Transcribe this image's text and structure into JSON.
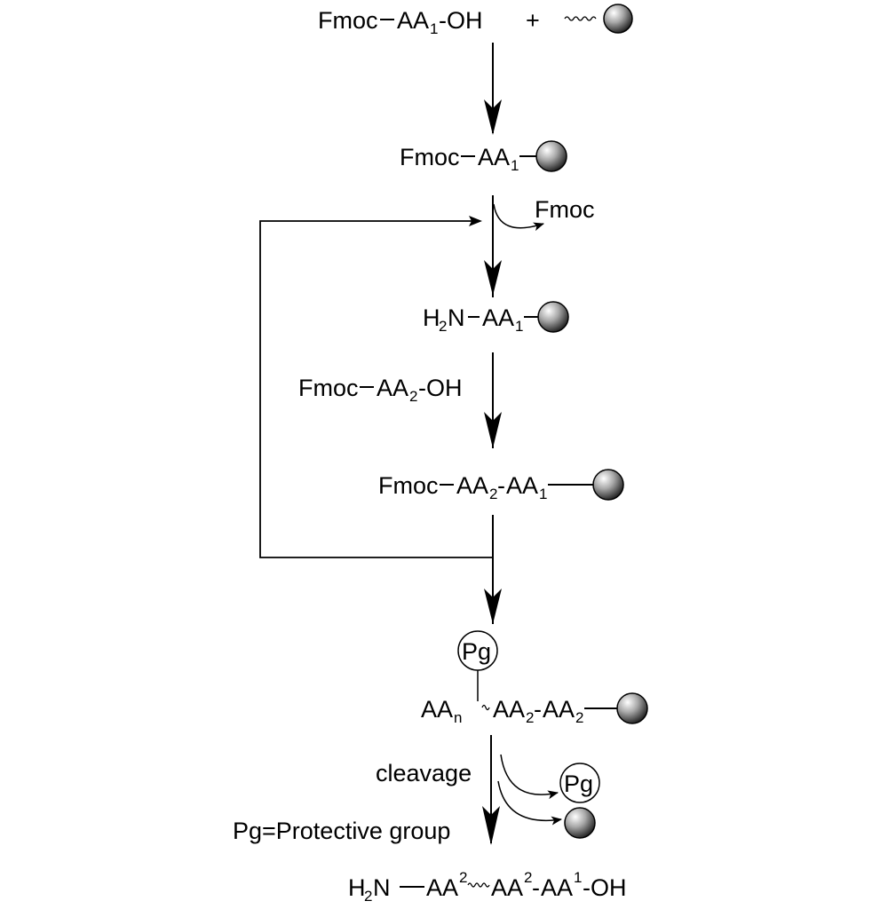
{
  "diagram": {
    "title": "Fmoc solid-phase peptide synthesis scheme",
    "steps": {
      "start": {
        "reagent": "Fmoc",
        "aa": "AA",
        "aa_sub": "1",
        "tail": "-OH",
        "plus": "+"
      },
      "loaded": {
        "reagent": "Fmoc",
        "aa": "AA",
        "aa_sub": "1"
      },
      "deprotect_label": "Fmoc",
      "free_amine": {
        "prefix": "H",
        "prefix_sub": "2",
        "n": "N",
        "aa": "AA",
        "aa_sub": "1"
      },
      "coupling_reagent": {
        "reagent": "Fmoc",
        "aa": "AA",
        "aa_sub": "2",
        "tail": "-OH"
      },
      "dipeptide": {
        "reagent": "Fmoc",
        "aa2": "AA",
        "aa2_sub": "2",
        "aa1": "AA",
        "aa1_sub": "1"
      },
      "protected_chain": {
        "pg": "Pg",
        "aan": "AA",
        "aan_sub": "n",
        "aa2a": "AA",
        "aa2a_sub": "2",
        "aa2b": "AA",
        "aa2b_sub": "2"
      },
      "cleavage_label": "cleavage",
      "cleaved_pg": "Pg",
      "legend": "Pg=Protective group",
      "product": {
        "prefix": "H",
        "prefix_sub": "2",
        "n": "N",
        "aa_a": "AA",
        "aa_a_sup": "2",
        "aa_b": "AA",
        "aa_b_sup": "2",
        "aa_c": "AA",
        "aa_c_sup": "1",
        "tail": "-OH"
      }
    }
  }
}
